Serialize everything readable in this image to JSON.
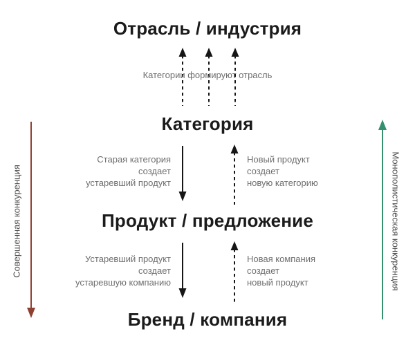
{
  "levels": [
    {
      "title": "Отрасль / индустрия"
    },
    {
      "title": "Категория"
    },
    {
      "title": "Продукт / предложение"
    },
    {
      "title": "Бренд / компания"
    }
  ],
  "captions": {
    "categories_form_industry": "Категории формируют отрасль",
    "old_category_creates_outdated_product": "Старая категория\nсоздает\nустаревший продукт",
    "new_product_creates_new_category": "Новый продукт\nсоздает\nновую категорию",
    "outdated_product_creates_outdated_company": "Устаревший продукт\nсоздает\nустаревшую компанию",
    "new_company_creates_new_product": "Новая компания\nсоздает\nновый продукт"
  },
  "side_labels": {
    "left": "Совершенная конкуренция",
    "right": "Монополистическая конкуренция"
  },
  "colors": {
    "arrow_black": "#161616",
    "arrow_left_red": "#8e4033",
    "arrow_right_green": "#35906f"
  }
}
